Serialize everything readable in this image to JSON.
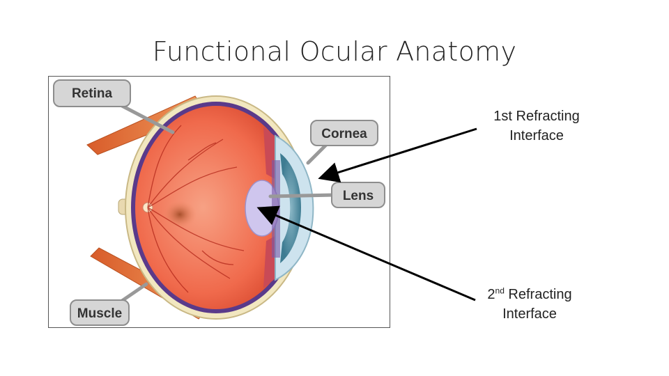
{
  "title": "Functional Ocular Anatomy",
  "figure": {
    "labels": {
      "retina": "Retina",
      "cornea": "Cornea",
      "lens": "Lens",
      "muscle": "Muscle"
    }
  },
  "callouts": {
    "first": {
      "line1": "1st Refracting",
      "line2": "Interface"
    },
    "second": {
      "prefix": "2",
      "superscript": "nd",
      "line1_rest": " Refracting",
      "line2": "Interface"
    }
  },
  "colors": {
    "retina": "#f06a4c",
    "muscle": "#e0703c",
    "iris": "#5b93a8",
    "lens": "#c9c3e8",
    "label_bg": "#d6d6d6"
  }
}
